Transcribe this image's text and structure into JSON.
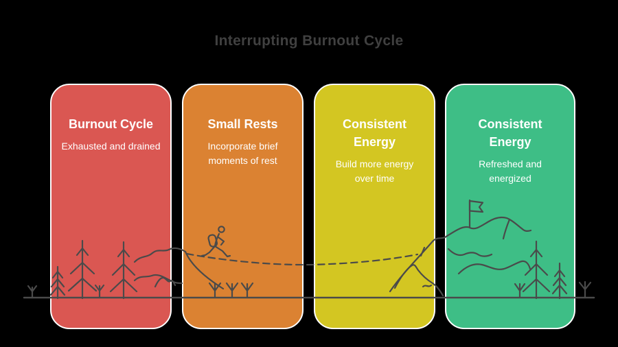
{
  "header": {
    "title": "Interrupting Burnout Cycle"
  },
  "cards": [
    {
      "title": "Burnout Cycle",
      "subtitle": "Exhausted and drained",
      "color": "#da5752"
    },
    {
      "title": "Small Rests",
      "subtitle": "Incorporate brief\nmoments of rest",
      "color": "#db8232"
    },
    {
      "title": "Consistent\nEnergy",
      "subtitle": "Build more energy\nover time",
      "color": "#d3c622"
    },
    {
      "title": "Consistent\nEnergy",
      "subtitle": "Refreshed and\nenergized",
      "color": "#3ebe86"
    }
  ],
  "colors": {
    "background": "#000000",
    "line_art": "#4a4a4a",
    "main_title_text": "#404040",
    "card_text": "#ffffff",
    "card_border": "#ffffff",
    "stage_red": "#da5752",
    "stage_orange": "#db8232",
    "stage_yellow": "#d3c622",
    "stage_green": "#3ebe86"
  },
  "illustration": {
    "icons": [
      "pine-tree-icon",
      "sprout-icon",
      "hill-icon",
      "hiker-icon",
      "dashed-path",
      "mountain-icon",
      "flag-icon",
      "ground-line"
    ]
  }
}
